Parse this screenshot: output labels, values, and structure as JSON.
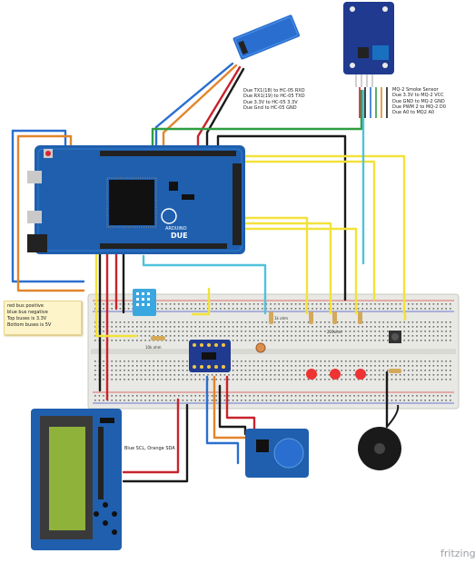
{
  "hc05_notes": [
    "Due TX1(18) to HC-05 RXD",
    "Due RX1(19) to HC-05 TXD",
    "Due 3.3V to HC-05 3.3V",
    "Due Gnd to HC-05 GND"
  ],
  "mq2_notes": [
    "MQ-2 Smoke Sensor",
    "Due 3.3V to MQ-2 VCC",
    "Due GND to MQ-2 GND",
    "Due PWM 2 to MQ-2 D0",
    "Due A0 to MQ2 A0"
  ],
  "bus_note": [
    "red bus positive",
    "blue bus negative",
    "Top buses is 3.3V",
    "Bottom buses is 5V"
  ],
  "i2c_label": "Blue SCL, Orange SDA",
  "arduino": {
    "brand": "ARDUINO",
    "model": "DUE"
  },
  "resistor_labels": {
    "r1": "10k ohm",
    "r2": "1k ohm",
    "r3": "220ohm"
  },
  "app_watermark": "fritzing",
  "colors": {
    "wire_yellow": "#f2e23a",
    "wire_black": "#1a1a1a",
    "wire_red": "#c8232c",
    "wire_blue": "#2a6fcf",
    "wire_orange": "#e2852c",
    "wire_green": "#2e9d3f",
    "wire_cyan": "#4fc3d9",
    "board_blue": "#1f5fae",
    "breadboard": "#e9e9e6"
  }
}
